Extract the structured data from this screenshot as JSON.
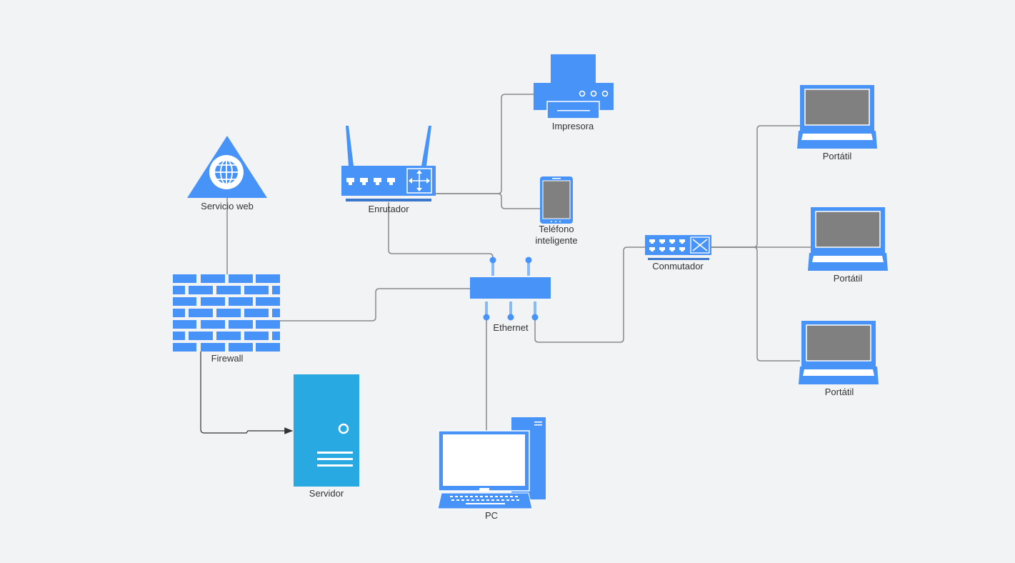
{
  "diagram": {
    "nodes": {
      "servicio_web": {
        "label": "Servicio web",
        "icon": "web-service-icon"
      },
      "enrutador": {
        "label": "Enrutador",
        "icon": "router-icon"
      },
      "impresora": {
        "label": "Impresora",
        "icon": "printer-icon"
      },
      "telefono": {
        "label": "Teléfono inteligente",
        "icon": "smartphone-icon"
      },
      "conmutador": {
        "label": "Conmutador",
        "icon": "switch-icon"
      },
      "portatil_1": {
        "label": "Portátil",
        "icon": "laptop-icon"
      },
      "portatil_2": {
        "label": "Portátil",
        "icon": "laptop-icon"
      },
      "portatil_3": {
        "label": "Portátil",
        "icon": "laptop-icon"
      },
      "firewall": {
        "label": "Firewall",
        "icon": "firewall-icon"
      },
      "ethernet": {
        "label": "Ethernet",
        "icon": "ethernet-hub-icon"
      },
      "servidor": {
        "label": "Servidor",
        "icon": "server-icon"
      },
      "pc": {
        "label": "PC",
        "icon": "desktop-pc-icon"
      }
    },
    "edges": [
      {
        "from": "servicio_web",
        "to": "firewall"
      },
      {
        "from": "firewall",
        "to": "ethernet"
      },
      {
        "from": "firewall",
        "to": "servidor",
        "arrow": true
      },
      {
        "from": "enrutador",
        "to": "ethernet"
      },
      {
        "from": "enrutador",
        "to": "impresora"
      },
      {
        "from": "enrutador",
        "to": "telefono"
      },
      {
        "from": "ethernet",
        "to": "pc"
      },
      {
        "from": "ethernet",
        "to": "conmutador"
      },
      {
        "from": "conmutador",
        "to": "portatil_1"
      },
      {
        "from": "conmutador",
        "to": "portatil_2"
      },
      {
        "from": "conmutador",
        "to": "portatil_3"
      }
    ],
    "colors": {
      "primary": "#4793f7",
      "server": "#29a9e1",
      "screen_gray": "#808080",
      "connector": "#8a8a8a",
      "background": "#f2f3f5"
    }
  }
}
